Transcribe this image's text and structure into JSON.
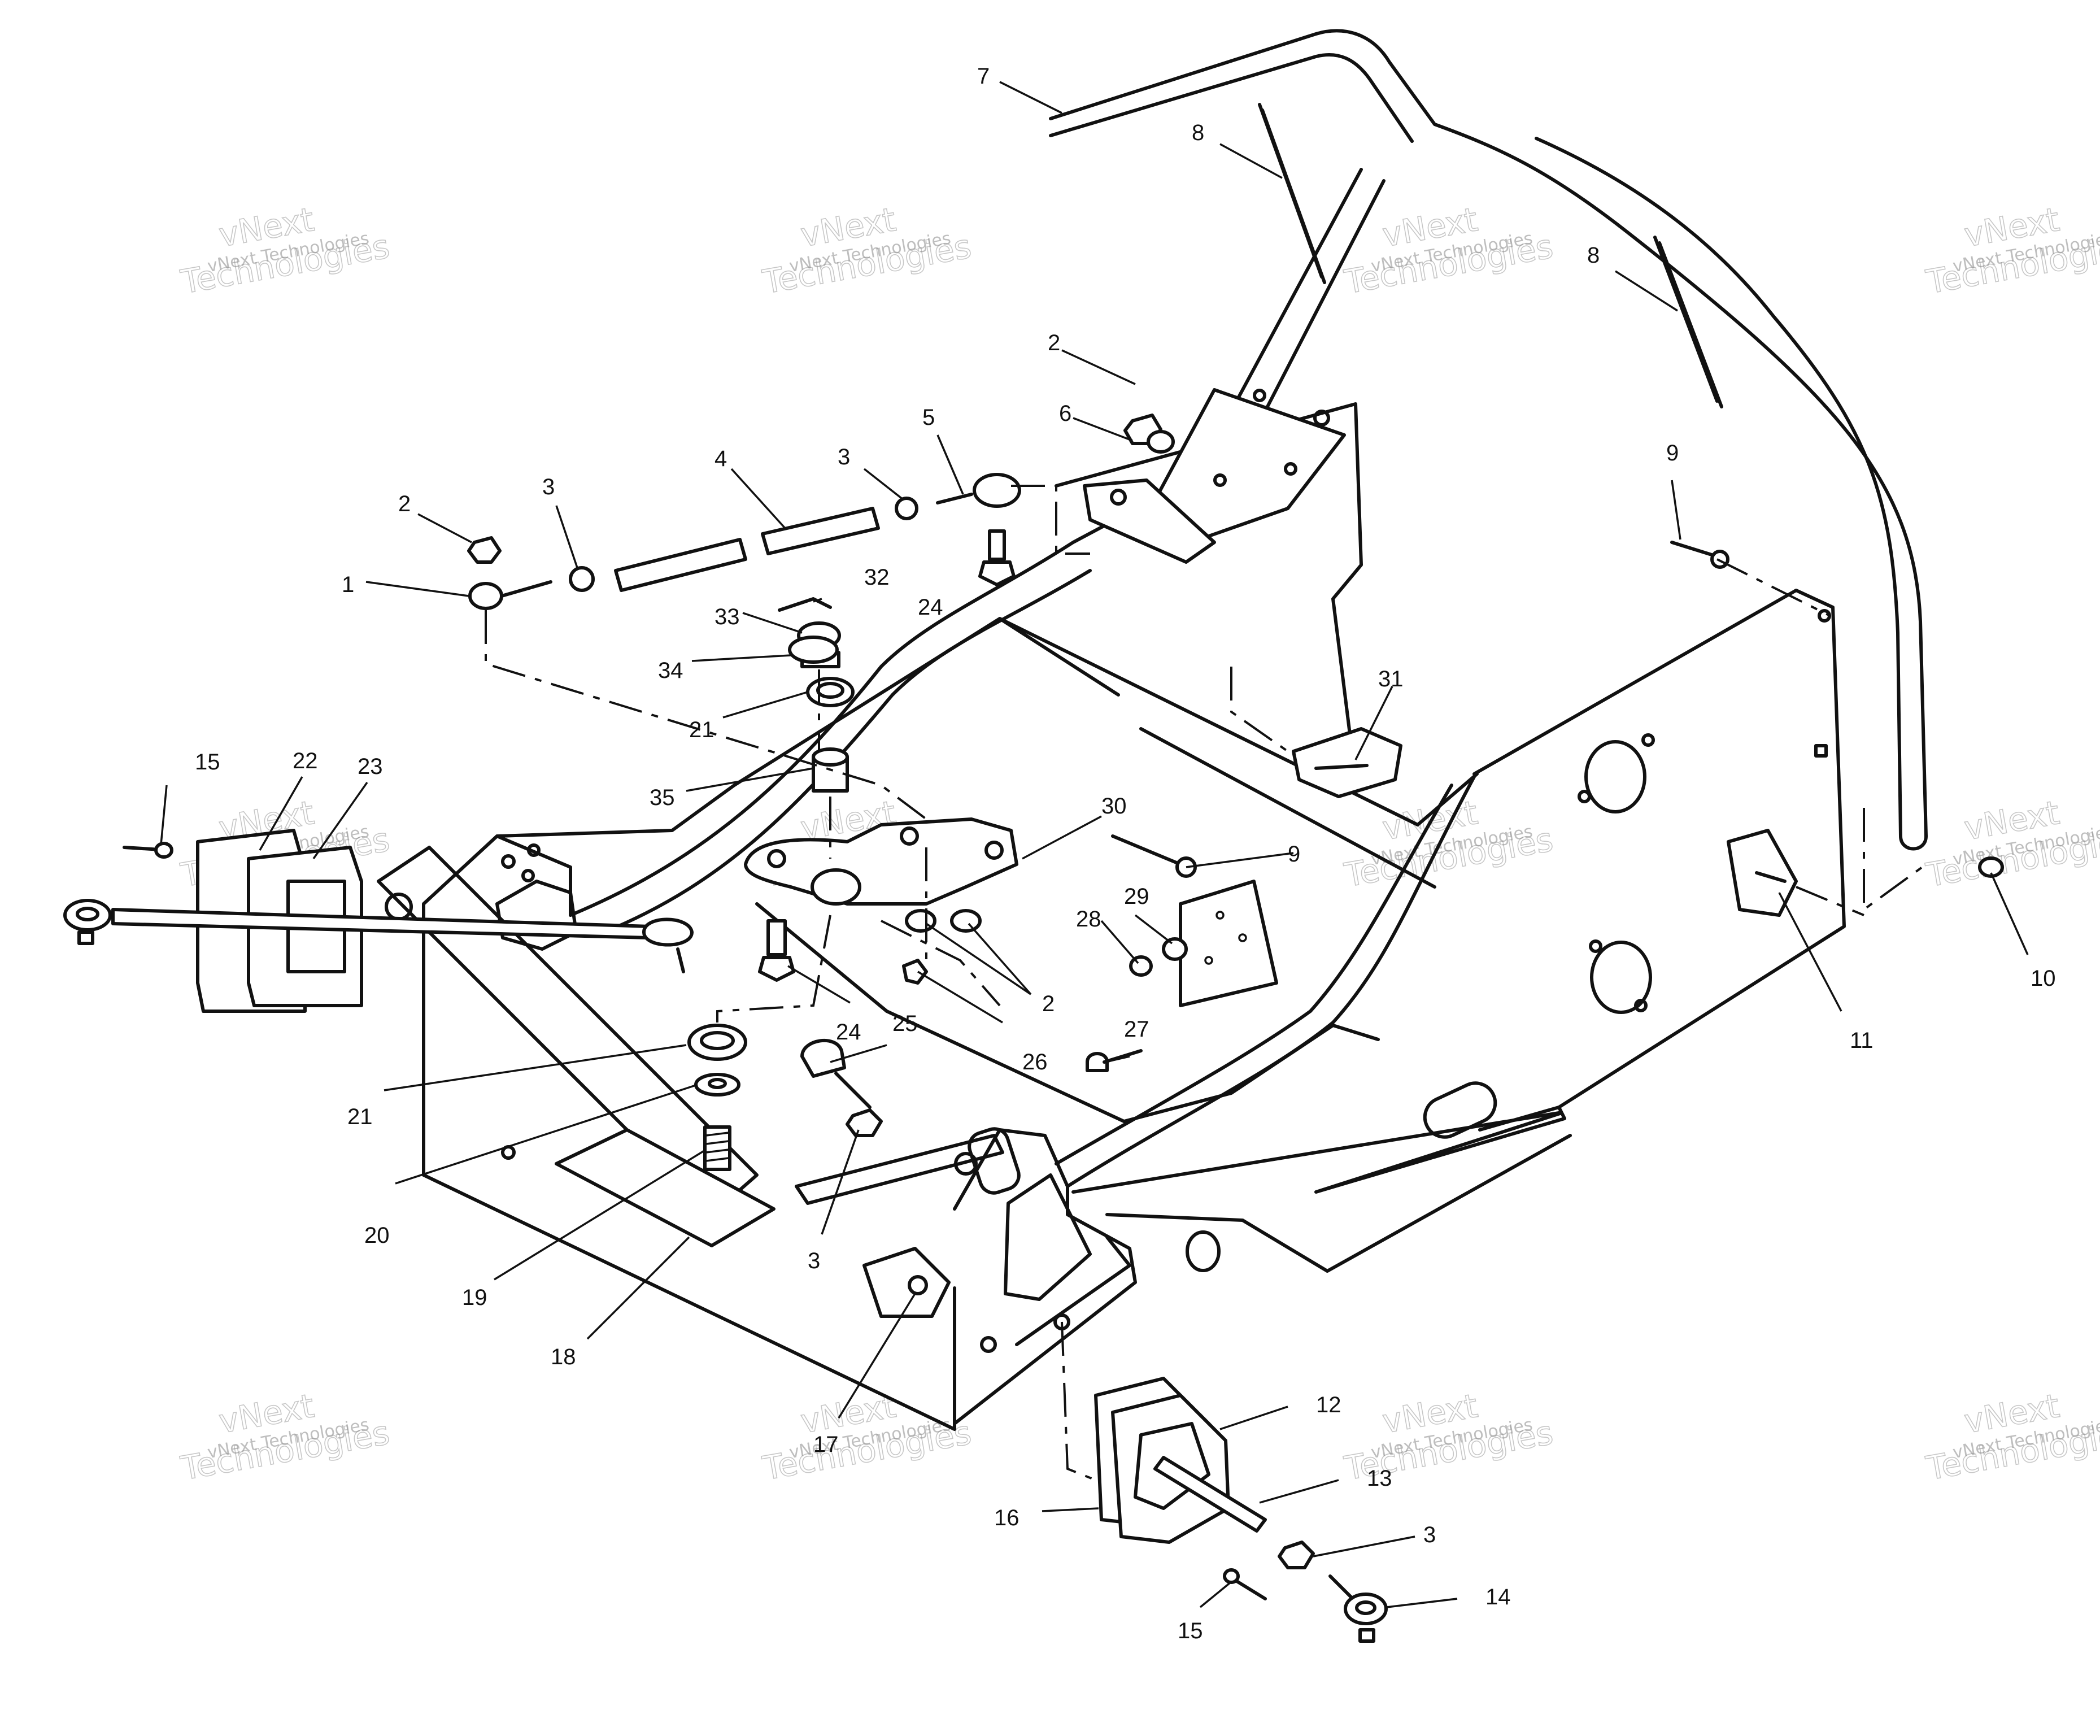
{
  "watermark": {
    "line1": "vNext",
    "line2": "Technologies",
    "small": "vNext Technologies"
  },
  "callouts": [
    {
      "id": "c1",
      "label": "1"
    },
    {
      "id": "c2a",
      "label": "2"
    },
    {
      "id": "c2b",
      "label": "2"
    },
    {
      "id": "c2c",
      "label": "2"
    },
    {
      "id": "c3a",
      "label": "3"
    },
    {
      "id": "c3b",
      "label": "3"
    },
    {
      "id": "c3c",
      "label": "3"
    },
    {
      "id": "c3d",
      "label": "3"
    },
    {
      "id": "c4",
      "label": "4"
    },
    {
      "id": "c5",
      "label": "5"
    },
    {
      "id": "c6",
      "label": "6"
    },
    {
      "id": "c7",
      "label": "7"
    },
    {
      "id": "c8a",
      "label": "8"
    },
    {
      "id": "c8b",
      "label": "8"
    },
    {
      "id": "c9a",
      "label": "9"
    },
    {
      "id": "c9b",
      "label": "9"
    },
    {
      "id": "c10",
      "label": "10"
    },
    {
      "id": "c11",
      "label": "11"
    },
    {
      "id": "c12",
      "label": "12"
    },
    {
      "id": "c13",
      "label": "13"
    },
    {
      "id": "c14",
      "label": "14"
    },
    {
      "id": "c15a",
      "label": "15"
    },
    {
      "id": "c15b",
      "label": "15"
    },
    {
      "id": "c16",
      "label": "16"
    },
    {
      "id": "c17",
      "label": "17"
    },
    {
      "id": "c18",
      "label": "18"
    },
    {
      "id": "c19",
      "label": "19"
    },
    {
      "id": "c20",
      "label": "20"
    },
    {
      "id": "c21a",
      "label": "21"
    },
    {
      "id": "c21b",
      "label": "21"
    },
    {
      "id": "c22",
      "label": "22"
    },
    {
      "id": "c23",
      "label": "23"
    },
    {
      "id": "c24a",
      "label": "24"
    },
    {
      "id": "c24b",
      "label": "24"
    },
    {
      "id": "c25",
      "label": "25"
    },
    {
      "id": "c26",
      "label": "26"
    },
    {
      "id": "c27",
      "label": "27"
    },
    {
      "id": "c28",
      "label": "28"
    },
    {
      "id": "c29",
      "label": "29"
    },
    {
      "id": "c30",
      "label": "30"
    },
    {
      "id": "c31",
      "label": "31"
    },
    {
      "id": "c32",
      "label": "32"
    },
    {
      "id": "c33",
      "label": "33"
    },
    {
      "id": "c34",
      "label": "34"
    },
    {
      "id": "c35",
      "label": "35"
    }
  ]
}
